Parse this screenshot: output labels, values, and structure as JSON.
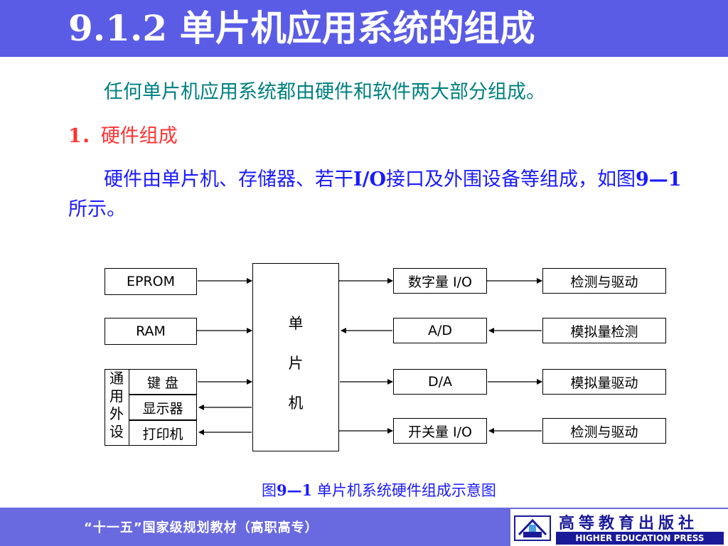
{
  "slide": {
    "title": "9.1.2  单片机应用系统的组成",
    "intro": "任何单片机应用系统都由硬件和软件两大部分组成。",
    "section_number": "1．",
    "section_title": "硬件组成",
    "body_part1": "硬件由单片机、存储器、若干",
    "body_io": "I/O",
    "body_part2": "接口及外围设备等组成，如图",
    "body_fig": "9—1",
    "body_part3": "所示。"
  },
  "diagram": {
    "cpu": [
      "单",
      "片",
      "机"
    ],
    "left_boxes": {
      "eprom": "EPROM",
      "ram": "RAM"
    },
    "peripherals_group": [
      "通",
      "用",
      "外",
      "设"
    ],
    "peripherals": {
      "keyboard": "键 盘",
      "display": "显示器",
      "printer": "打印机"
    },
    "interfaces": {
      "digital_io": "数字量 I/O",
      "ad": "A/D",
      "da": "D/A",
      "switch_io": "开关量 I/O"
    },
    "devices": {
      "detect_drive_1": "检测与驱动",
      "analog_detect": "模拟量检测",
      "analog_drive": "模拟量驱动",
      "detect_drive_2": "检测与驱动"
    }
  },
  "caption": {
    "fig": "图",
    "num": "9—1",
    "text": " 单片机系统硬件组成示意图"
  },
  "footer": {
    "series": "“十一五”国家级规划教材（高职高专）",
    "publisher_cn": "高等教育出版社",
    "publisher_en": "HIGHER EDUCATION PRESS"
  },
  "colors": {
    "title_bar": "#5a5ce6",
    "teal_text": "#008080",
    "red_text": "#ff3333",
    "blue_text": "#1a1aff",
    "footer_bar": "#6a6ae0",
    "publisher_blue": "#1a1a99"
  }
}
